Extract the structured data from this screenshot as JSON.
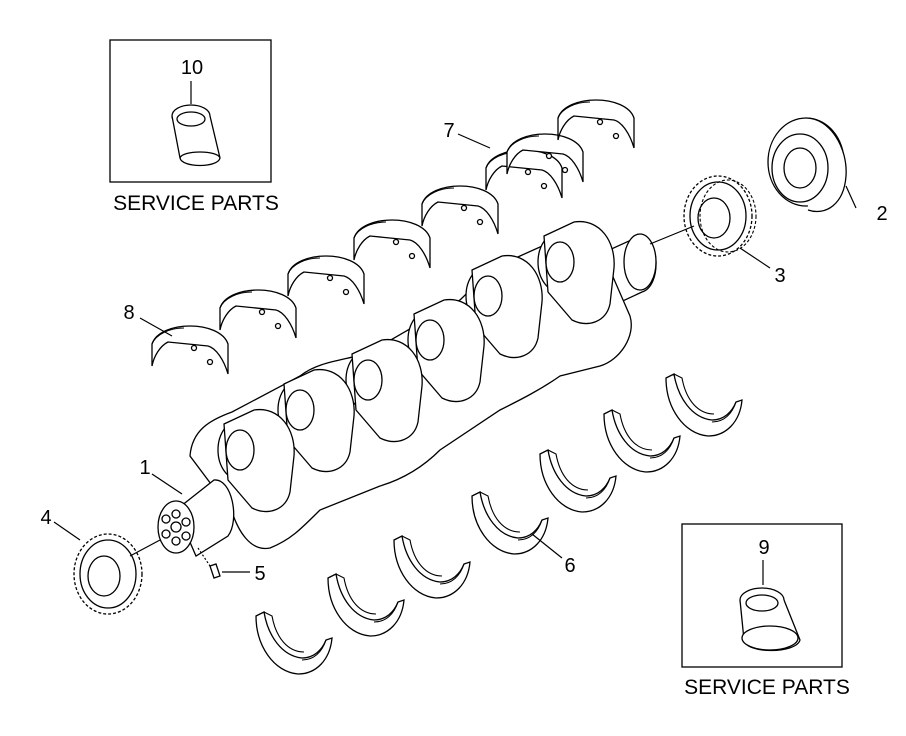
{
  "labels": {
    "p1": "1",
    "p2": "2",
    "p3": "3",
    "p4": "4",
    "p5": "5",
    "p6": "6",
    "p7": "7",
    "p8": "8",
    "p9": "9",
    "p10": "10"
  },
  "service_box_top": {
    "number": "10",
    "caption": "SERVICE PARTS"
  },
  "service_box_bottom": {
    "number": "9",
    "caption": "SERVICE PARTS"
  }
}
